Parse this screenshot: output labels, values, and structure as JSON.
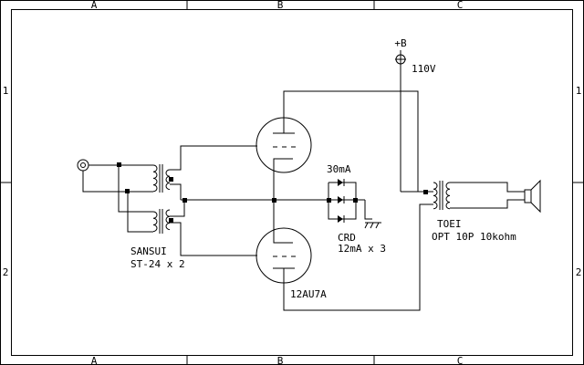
{
  "frame": {
    "columns": [
      "A",
      "B",
      "C"
    ],
    "rows": [
      "1",
      "2"
    ]
  },
  "supply": {
    "label": "+B",
    "voltage": "110V"
  },
  "input_transformer": {
    "maker": "SANSUI",
    "model": "ST-24 x 2"
  },
  "tube": {
    "type": "12AU7A"
  },
  "crd": {
    "current": "30mA",
    "label": "CRD",
    "spec": "12mA x 3"
  },
  "output_transformer": {
    "maker": "TOEI",
    "spec": "OPT 10P 10kohm"
  },
  "colors": {
    "ink": "#000000",
    "paper": "#ffffff"
  }
}
